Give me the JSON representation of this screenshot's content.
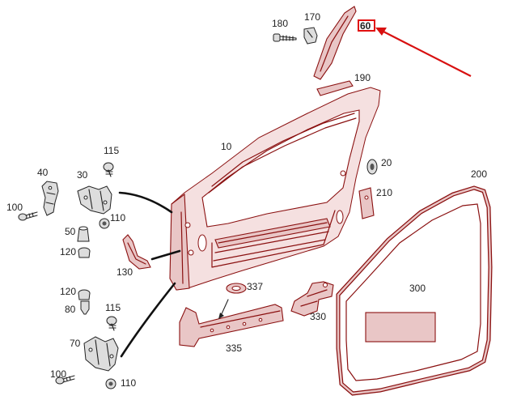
{
  "callouts": {
    "p10": "10",
    "p20": "20",
    "p30": "30",
    "p40": "40",
    "p50": "50",
    "p60": "60",
    "p70": "70",
    "p80": "80",
    "p100a": "100",
    "p100b": "100",
    "p110a": "110",
    "p110b": "110",
    "p115a": "115",
    "p115b": "115",
    "p120a": "120",
    "p120b": "120",
    "p130": "130",
    "p170": "170",
    "p180": "180",
    "p190": "190",
    "p200": "200",
    "p210": "210",
    "p300": "300",
    "p330": "330",
    "p335": "335",
    "p337": "337"
  },
  "highlight": {
    "part": "60",
    "box_color": "#e01010",
    "arrow_color": "#d81010"
  },
  "colors": {
    "part_tint": "#e9c6c6",
    "outline": "#8a1010",
    "ink": "#222222"
  }
}
